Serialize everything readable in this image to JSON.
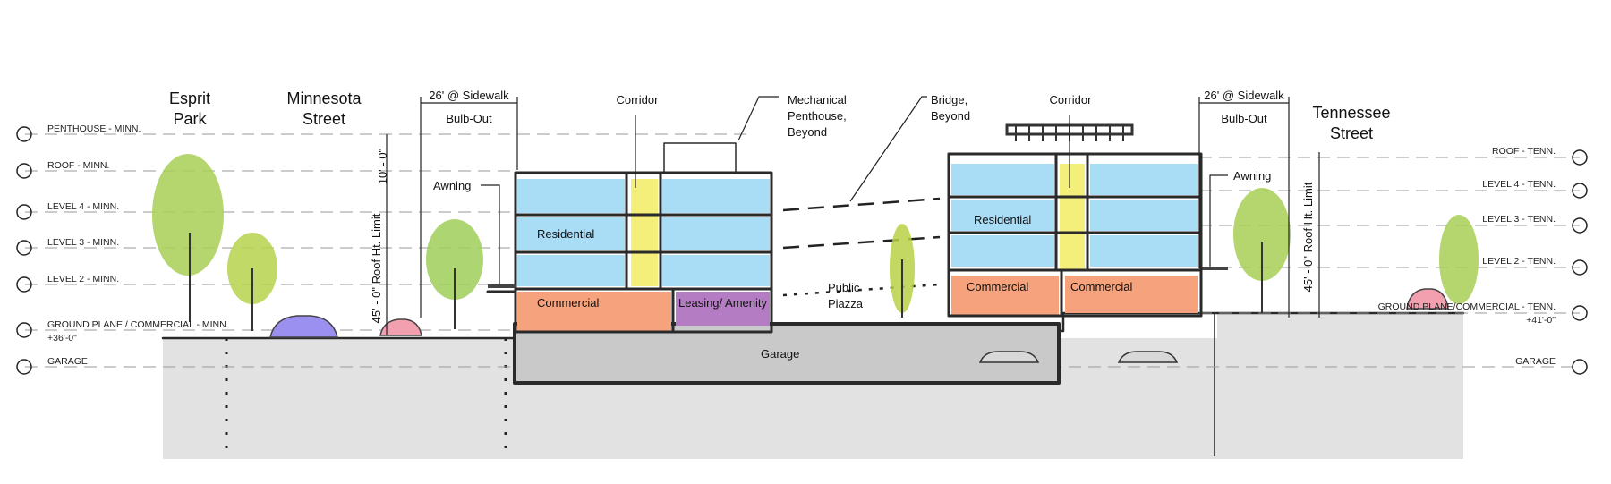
{
  "streets": {
    "esprit_line1": "Esprit",
    "esprit_line2": "Park",
    "minnesota_line1": "Minnesota",
    "minnesota_line2": "Street",
    "tennessee_line1": "Tennessee",
    "tennessee_line2": "Street"
  },
  "left_levels": [
    "PENTHOUSE - MINN.",
    "ROOF - MINN.",
    "LEVEL 4 - MINN.",
    "LEVEL 3 - MINN.",
    "LEVEL 2 - MINN.",
    "GROUND PLANE / COMMERCIAL - MINN.",
    "GARAGE"
  ],
  "left_ground_elev": "+36'-0\"",
  "right_levels": [
    "ROOF - TENN.",
    "LEVEL 4 - TENN.",
    "LEVEL 3 - TENN.",
    "LEVEL 2 - TENN.",
    "GROUND PLANE/COMMERCIAL - TENN.",
    "GARAGE"
  ],
  "right_ground_elev": "+41'-0\"",
  "labels": {
    "sidewalk_left_1": "26' @ Sidewalk",
    "sidewalk_left_2": "Bulb-Out",
    "sidewalk_right_1": "26' @ Sidewalk",
    "sidewalk_right_2": "Bulb-Out",
    "corridor_left": "Corridor",
    "corridor_right": "Corridor",
    "mech_1": "Mechanical",
    "mech_2": "Penthouse,",
    "mech_3": "Beyond",
    "bridge_1": "Bridge,",
    "bridge_2": "Beyond",
    "awning_left": "Awning",
    "awning_right": "Awning",
    "residential_left": "Residential",
    "residential_right": "Residential",
    "commercial_left": "Commercial",
    "leasing": "Leasing/ Amenity",
    "piazza_1": "Public",
    "piazza_2": "Piazza",
    "commercial_right_1": "Commercial",
    "commercial_right_2": "Commercial",
    "garage": "Garage",
    "dim_10": "10' - 0\"",
    "dim_45_left": "45' - 0\" Roof Ht. Limit",
    "dim_45_right": "45' - 0\" Roof Ht. Limit"
  },
  "colors": {
    "residential": "#a9dcf5",
    "corridor": "#f4ef7a",
    "commercial": "#f5a27d",
    "leasing": "#b47cc2",
    "garage": "#cdcdcd",
    "ground": "#dcdcdc",
    "tree": "#a8cf55"
  }
}
